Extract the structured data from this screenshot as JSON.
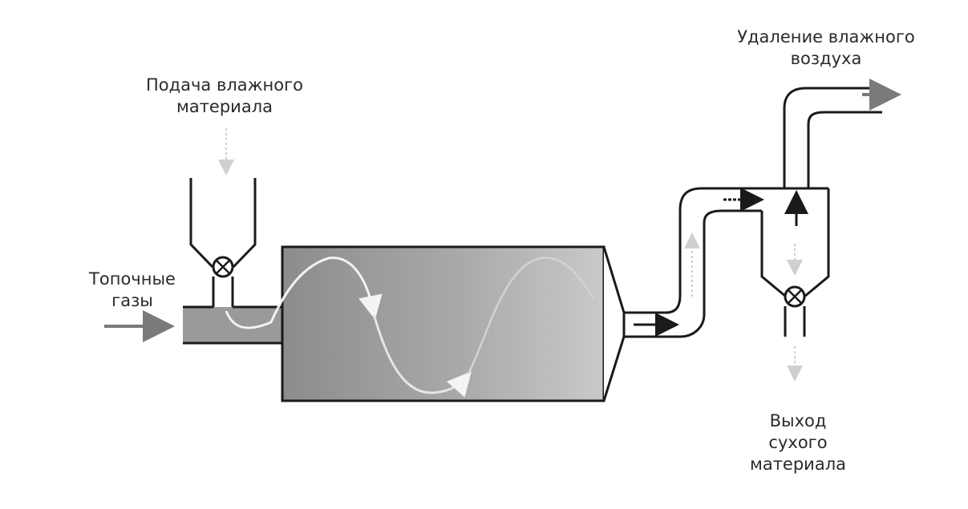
{
  "labels": {
    "feed": {
      "line1": "Подача влажного",
      "line2": "материала"
    },
    "gases": {
      "line1": "Топочные",
      "line2": "газы"
    },
    "exhaust": {
      "line1": "Удаление влажного",
      "line2": "воздуха"
    },
    "output": {
      "line1": "Выход",
      "line2": "сухого",
      "line3": "материала"
    }
  },
  "colors": {
    "outline": "#1a1a1a",
    "drum_fill_dark": "#8c8c8c",
    "drum_fill_light": "#c4c4c4",
    "pipe_fill": "#9a9a9a",
    "light_arrow": "#c8c8c8",
    "flow_arrow": "#7a7a7a"
  }
}
